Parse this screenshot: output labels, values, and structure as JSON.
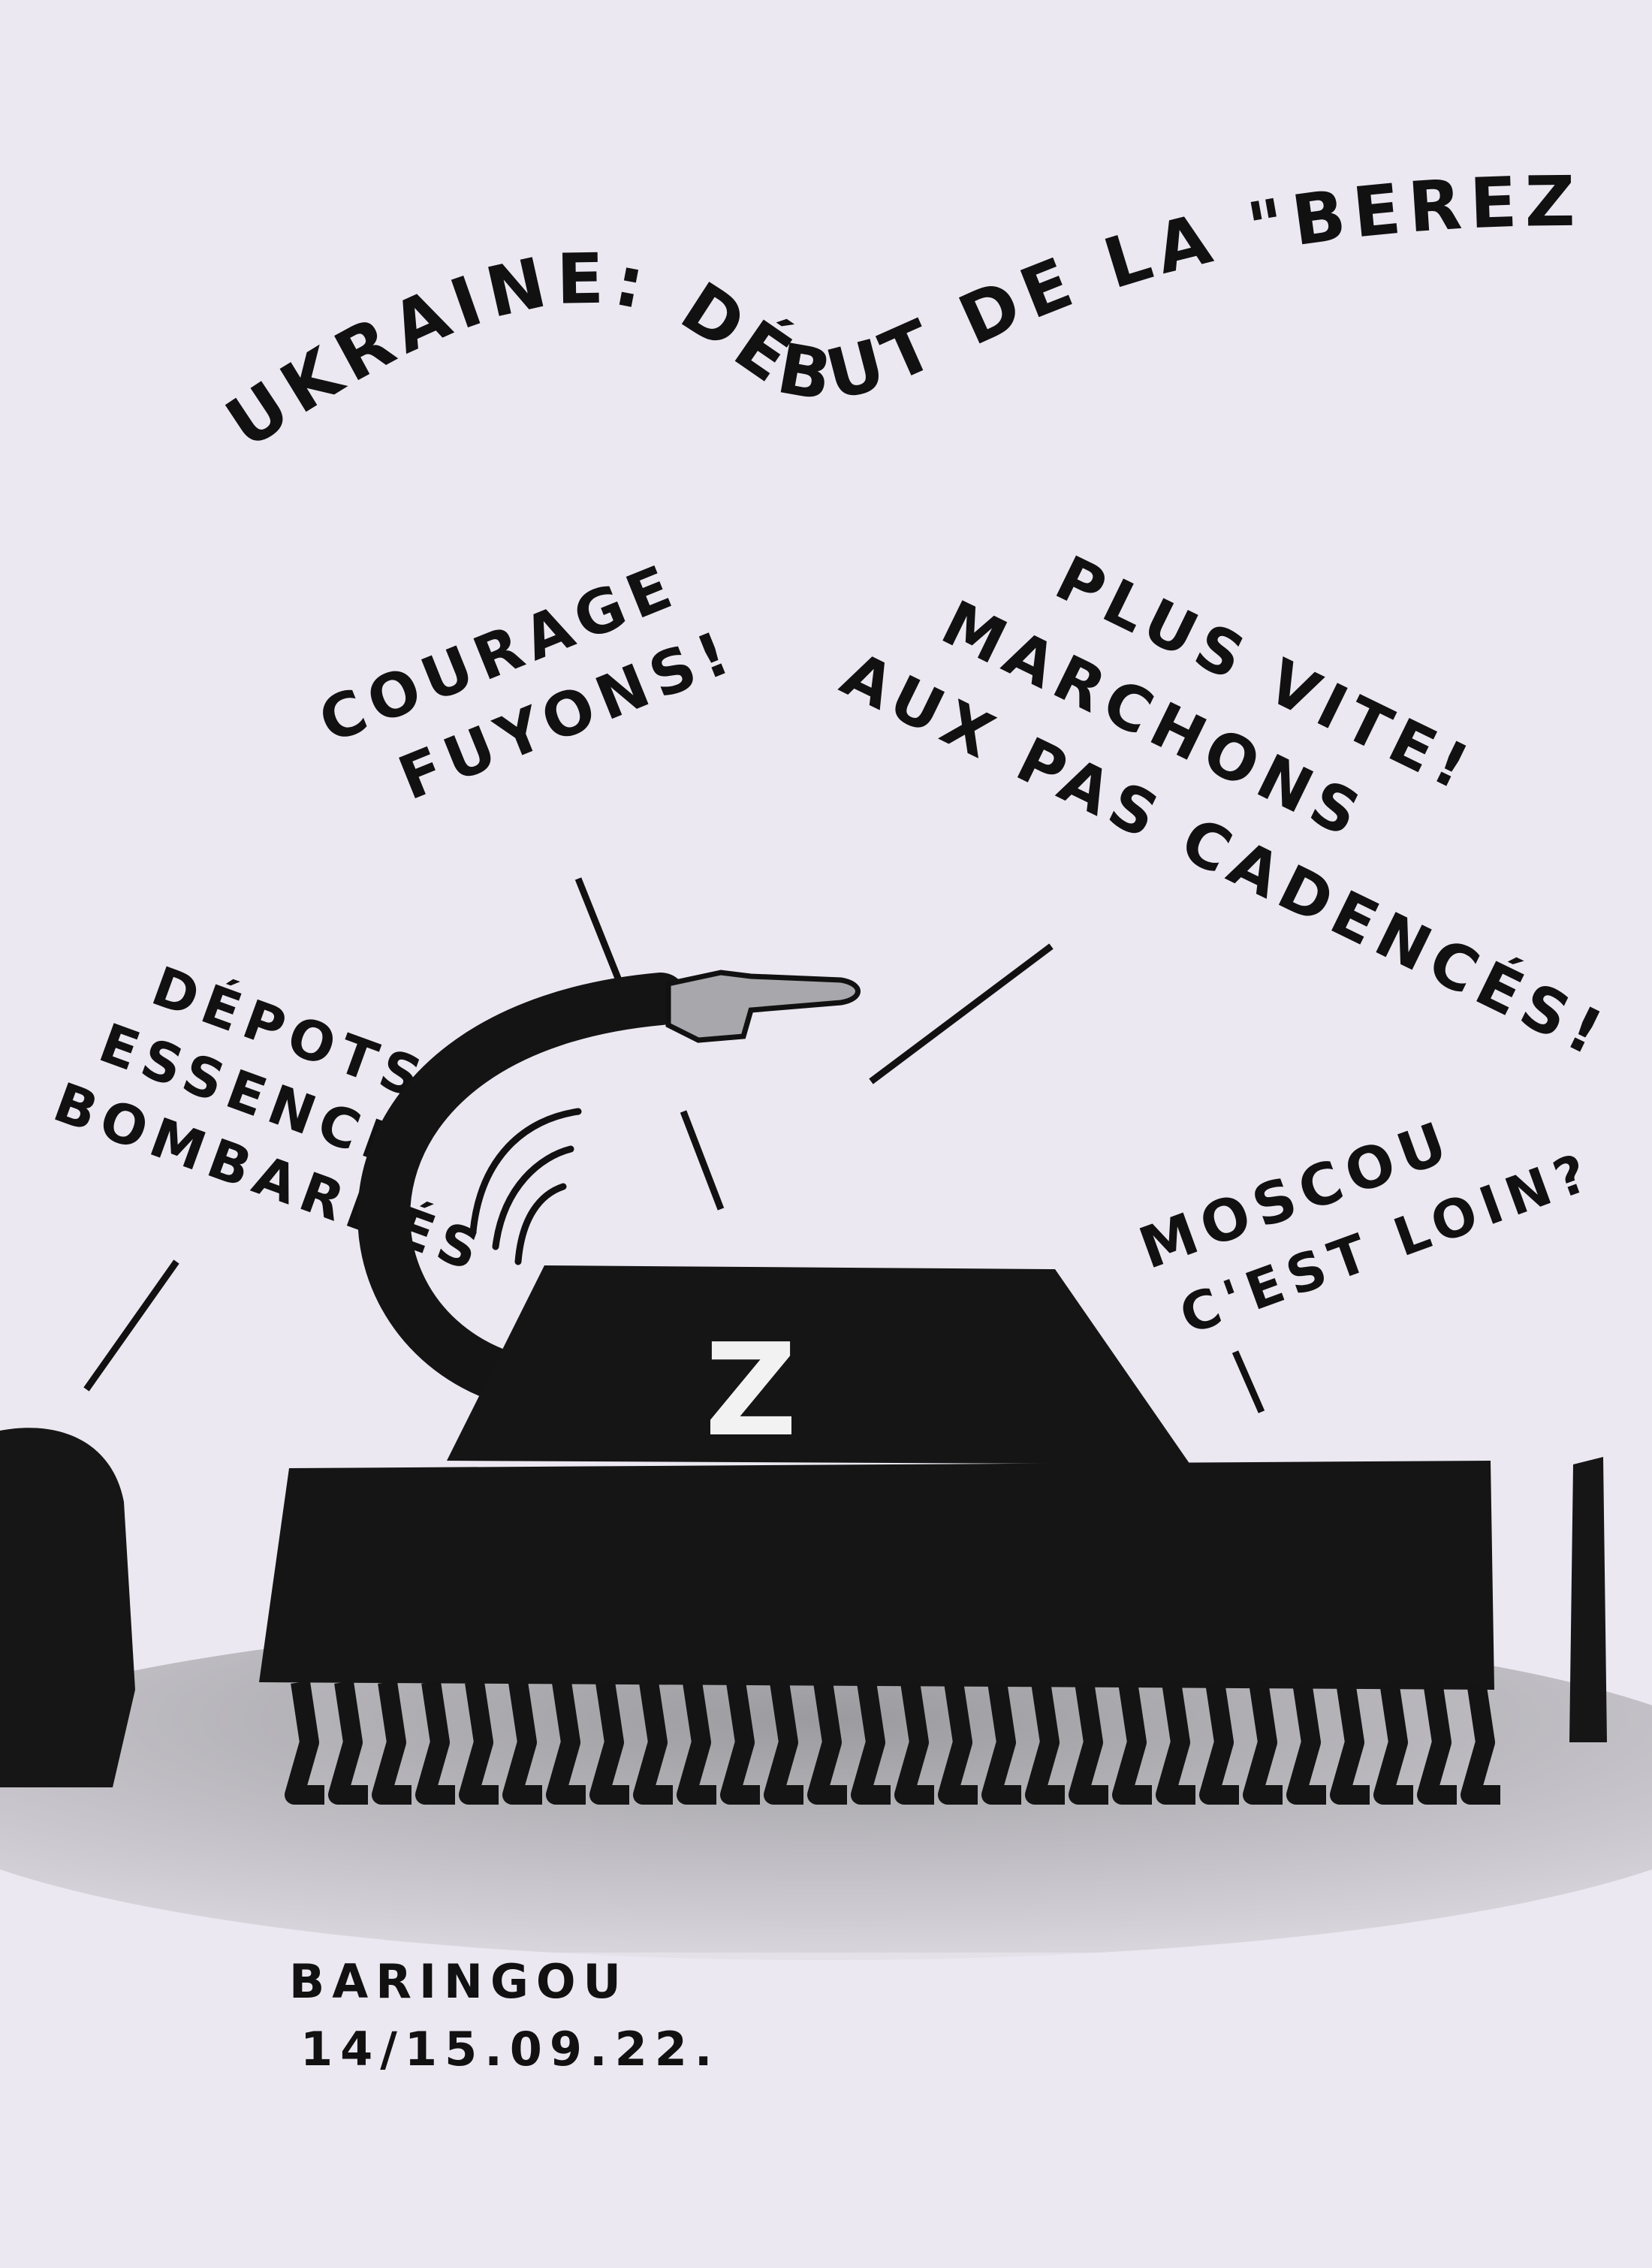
{
  "title": "UKRAINE: DÉBUT DE LA \"BEREZINA\"?",
  "speech": {
    "courage": [
      "COURAGE",
      "FUYONS!"
    ],
    "plus_vite": [
      "PLUS VITE!",
      "MARCHONS",
      "AUX PAS CADENCÉS!"
    ],
    "depots": [
      "DÉPOTS",
      "ESSENCE",
      "BOMBARDÉS"
    ],
    "moscou": [
      "MOSCOU",
      "C'EST LOIN?"
    ]
  },
  "tank_emblem": "Z",
  "signature": {
    "name": "BARINGOU",
    "date": "14/15.09.22."
  },
  "colors": {
    "paper": "#ece8f1",
    "ink": "#111111",
    "ground": "#9a9a9c"
  }
}
